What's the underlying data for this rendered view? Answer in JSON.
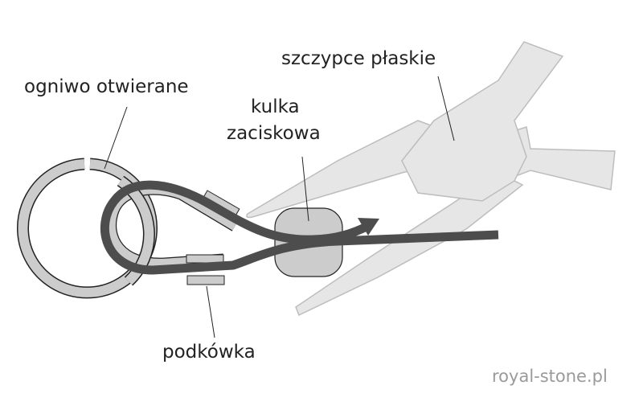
{
  "labels": {
    "ring": "ogniwo otwierane",
    "pliers": "szczypce płaskie",
    "bead_line1": "kulka",
    "bead_line2": "zaciskowa",
    "horseshoe": "podkówka"
  },
  "watermark": "royal-stone.pl",
  "colors": {
    "wire": "#4d4d4d",
    "parts": "#cccccc",
    "pliers": "#e6e6e6",
    "outline": "#222222"
  }
}
